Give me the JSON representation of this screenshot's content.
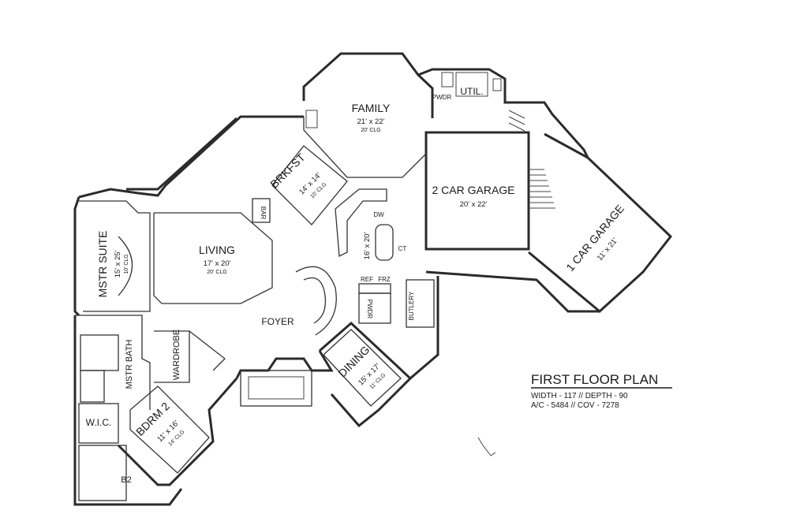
{
  "plan": {
    "title": "FIRST FLOOR PLAN",
    "specs_line1": "WIDTH - 117 // DEPTH - 90",
    "specs_line2": "A/C - 5484 // COV - 7278"
  },
  "rooms": {
    "family": {
      "name": "FAMILY",
      "dim": "21' x 22'",
      "clg": "20' CLG"
    },
    "pwdr": {
      "name": "PWDR"
    },
    "util": {
      "name": "UTIL."
    },
    "brkfst": {
      "name": "BRKFST",
      "dim": "14' x 14'",
      "clg": "10' CLG"
    },
    "bar": {
      "name": "BAR"
    },
    "garage2": {
      "name": "2 CAR GARAGE",
      "dim": "20' x 22'"
    },
    "garage1": {
      "name": "1 CAR GARAGE",
      "dim": "11' x 21'"
    },
    "master_suite": {
      "name": "MSTR SUITE",
      "dim": "15' x 25'",
      "clg": "10' CLG"
    },
    "living": {
      "name": "LIVING",
      "dim": "17' x 20'",
      "clg": "20' CLG"
    },
    "kitchen": {
      "dim": "16' x 20'"
    },
    "dw": {
      "name": "DW"
    },
    "ct": {
      "name": "CT"
    },
    "ref": {
      "name": "REF"
    },
    "frz": {
      "name": "FRZ"
    },
    "pwdr2": {
      "name": "PWDR"
    },
    "butlery": {
      "name": "BUTLERY"
    },
    "foyer": {
      "name": "FOYER"
    },
    "master_bath": {
      "name": "MSTR BATH"
    },
    "wardrobe": {
      "name": "WARDROBE"
    },
    "dining": {
      "name": "DINING",
      "dim": "15' x 17'",
      "clg": "11' CLG"
    },
    "bedroom2": {
      "name": "BDRM 2",
      "dim": "11' x 16'",
      "clg": "14' CLG"
    },
    "wic": {
      "name": "W.I.C."
    },
    "b2": {
      "name": "B2"
    }
  }
}
